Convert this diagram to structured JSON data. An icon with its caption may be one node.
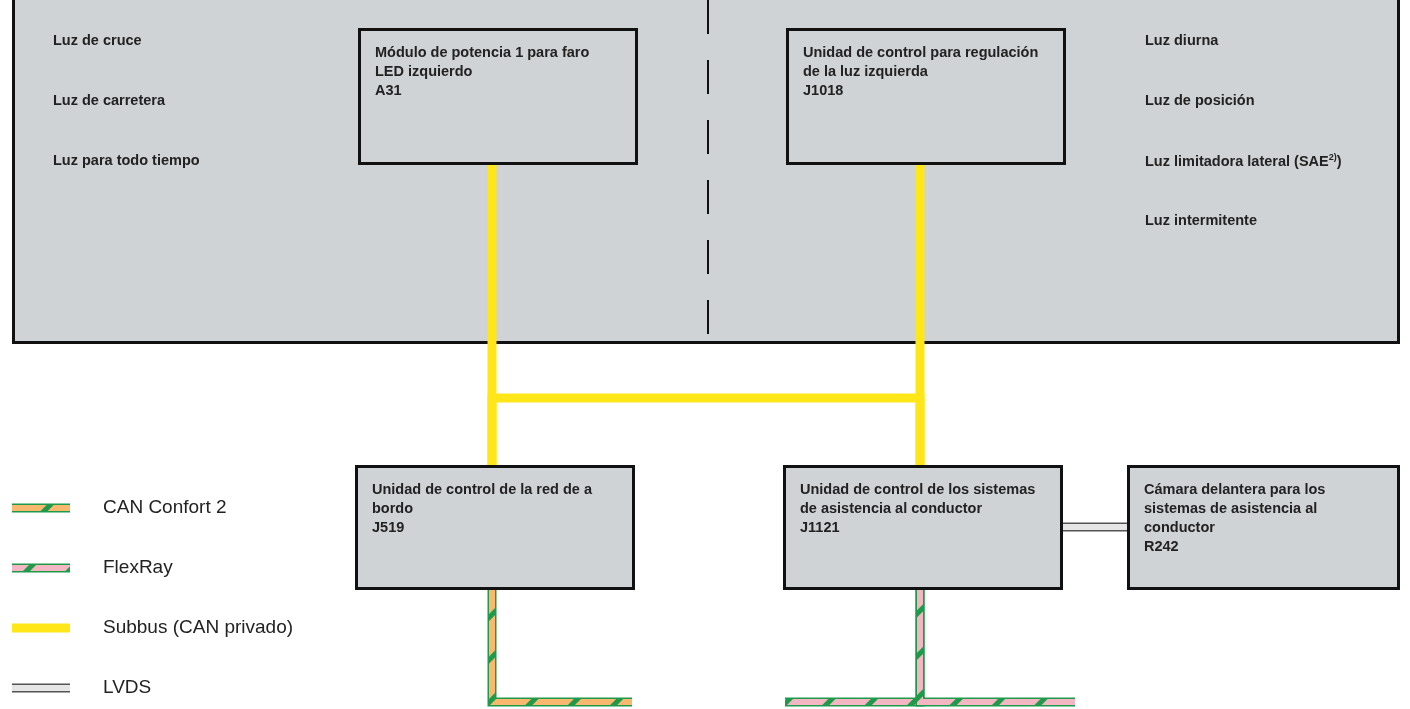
{
  "diagram": {
    "nodes": [
      {
        "text": [
          "Luz de cruce",
          "Luz de carretera",
          "Luz para todo tiempo",
          "Luz diurna",
          "Luz de posición",
          "Luz limitadora lateral (SAE$^{2)}$)",
          "Luz intermitente"
        ]
      },
      {
        "text": [
          "Módulo de potencia 1 para faro LED izquierdo",
          "A31"
        ],
        "in": 0
      },
      {
        "text": [
          "Unidad de control para regulación de la luz izquierda",
          "J1018"
        ],
        "in": 0
      },
      {
        "text": [
          "Unidad de control de la red de a bordo",
          "J519"
        ]
      },
      {
        "text": [
          "Unidad de control de los sistemas de asistencia al conductor",
          "J1121"
        ]
      },
      {
        "text": [
          "Cámara delantera para los sistemas de asistencia al conductor",
          "R242"
        ]
      }
    ],
    "edges": [
      {
        "from": 1,
        "to": 3,
        "arrow": "none",
        "color": "#ffe619"
      },
      {
        "from": 2,
        "to": 4,
        "arrow": "none",
        "color": "#ffe619"
      },
      {
        "from": 3,
        "to": 4,
        "arrow": "none",
        "color": "#ffe619"
      },
      {
        "from": 4,
        "to": 5,
        "arrow": "none",
        "color": "#e6e6e6"
      },
      {
        "from": 3,
        "to": null,
        "arrow": "none",
        "color": "#f8b86e"
      },
      {
        "from": 4,
        "to": null,
        "arrow": "none",
        "color": "#f4b6c2"
      },
      {
        "from": 4,
        "to": null,
        "arrow": "none",
        "color": "#f4b6c2"
      }
    ],
    "legend": [
      {
        "text": "CAN Confort 2",
        "color": "#f8b86e"
      },
      {
        "text": "FlexRay",
        "color": "#f4b6c2"
      },
      {
        "text": "Subbus (CAN privado)",
        "color": "#ffe619"
      },
      {
        "text": "LVDS",
        "color": "#e6e6e6"
      }
    ]
  }
}
